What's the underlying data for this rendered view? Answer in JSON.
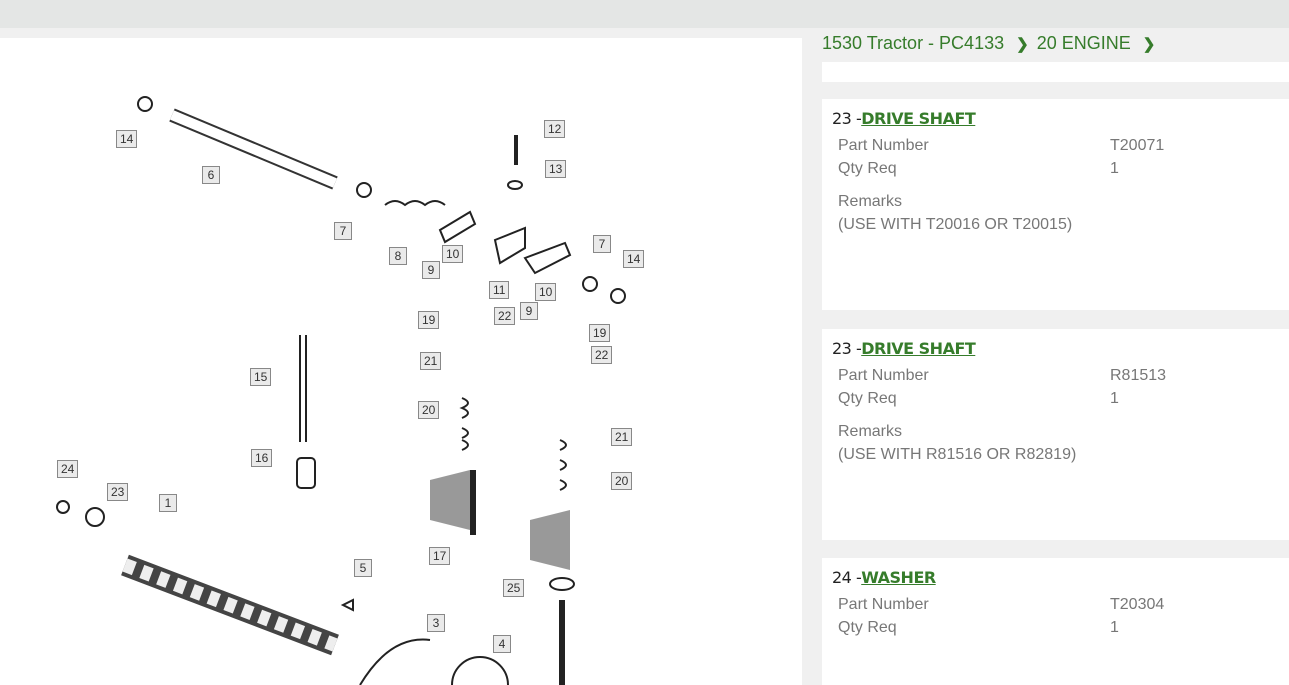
{
  "breadcrumb": [
    {
      "label": "1530 Tractor - PC4133"
    },
    {
      "label": "20 ENGINE"
    }
  ],
  "parts": [
    {
      "number": "23 -",
      "name": "DRIVE SHAFT",
      "part_number_label": "Part Number",
      "part_number": "T20071",
      "qty_label": "Qty Req",
      "qty": "1",
      "remarks_label": "Remarks",
      "remarks": "(USE WITH T20016 OR T20015)"
    },
    {
      "number": "23 -",
      "name": "DRIVE SHAFT",
      "part_number_label": "Part Number",
      "part_number": "R81513",
      "qty_label": "Qty Req",
      "qty": "1",
      "remarks_label": "Remarks",
      "remarks": "(USE WITH R81516 OR R82819)"
    },
    {
      "number": "24 -",
      "name": "WASHER",
      "part_number_label": "Part Number",
      "part_number": "T20304",
      "qty_label": "Qty Req",
      "qty": "1"
    }
  ],
  "diagram": {
    "callouts": [
      "14",
      "6",
      "7",
      "8",
      "12",
      "13",
      "10",
      "9",
      "11",
      "7",
      "14",
      "10",
      "9",
      "19",
      "22",
      "19",
      "22",
      "21",
      "20",
      "21",
      "20",
      "15",
      "16",
      "24",
      "23",
      "1",
      "5",
      "17",
      "25",
      "3",
      "4"
    ]
  }
}
